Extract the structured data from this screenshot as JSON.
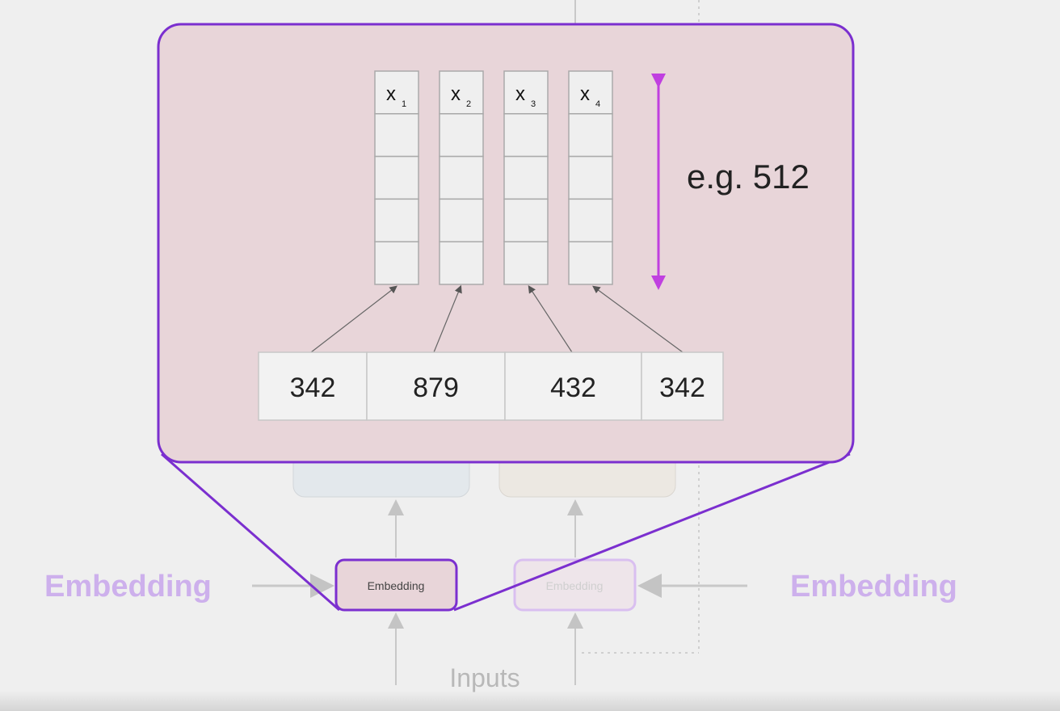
{
  "embedding_vectors": {
    "columns": [
      {
        "label": "x",
        "subscript": "1"
      },
      {
        "label": "x",
        "subscript": "2"
      },
      {
        "label": "x",
        "subscript": "3"
      },
      {
        "label": "x",
        "subscript": "4"
      }
    ],
    "dimension_label": "e.g. 512"
  },
  "token_ids": [
    "342",
    "879",
    "432",
    "342"
  ],
  "encoder_embedding_label": "Embedding",
  "decoder_embedding_label": "Embedding",
  "side_labels": {
    "left": "Embedding",
    "right": "Embedding"
  },
  "inputs_label": "Inputs",
  "colors": {
    "accent_purple": "#7b2fcf",
    "arrow_magenta": "#c040e0",
    "zoom_fill": "#e8d5d9",
    "side_label": "#cdb0ec"
  }
}
